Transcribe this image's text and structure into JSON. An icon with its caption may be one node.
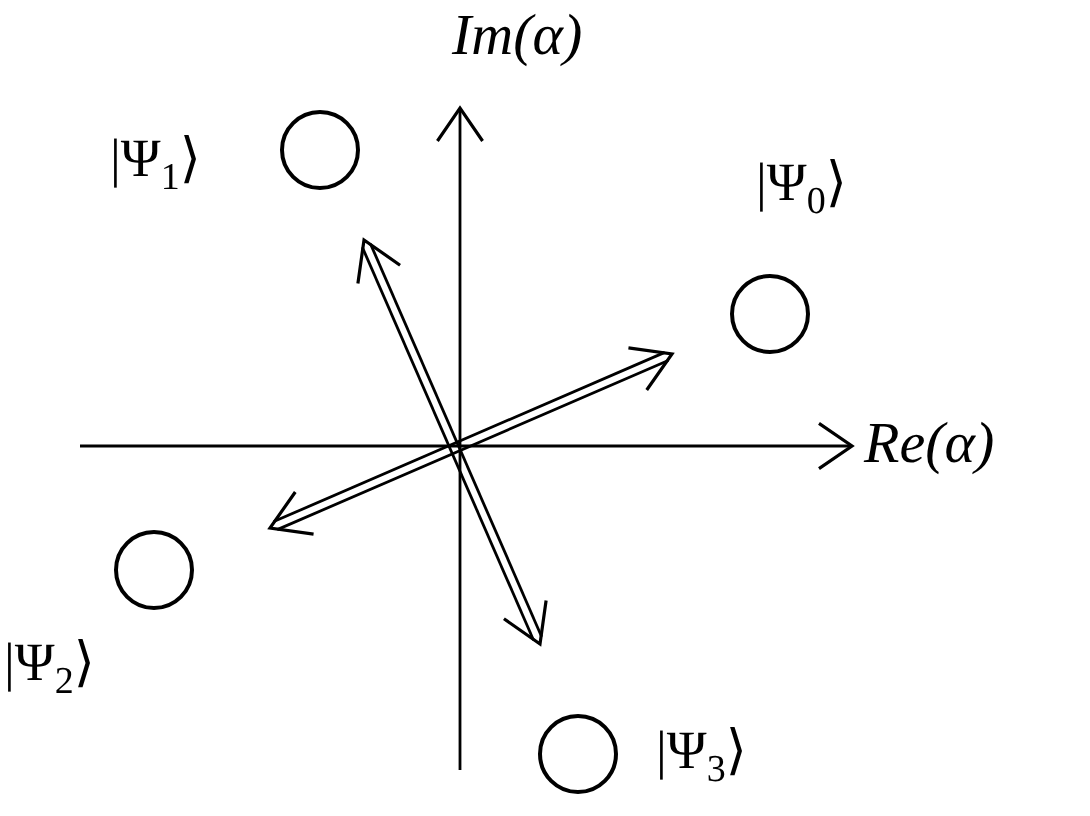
{
  "diagram": {
    "nodes": [
      {
        "text": [],
        "shape": "circle",
        "beside": [
          "|Ψ$_{1}$⟩"
        ]
      },
      {
        "text": [],
        "shape": "circle",
        "beside": [
          "|Ψ$_{0}$⟩"
        ]
      },
      {
        "text": [],
        "shape": "circle",
        "beside": [
          "|Ψ$_{2}$⟩"
        ]
      },
      {
        "text": [],
        "shape": "circle",
        "beside": [
          "|Ψ$_{3}$⟩"
        ]
      }
    ],
    "labels": [
      "Im(α)",
      "Re(α)"
    ]
  }
}
